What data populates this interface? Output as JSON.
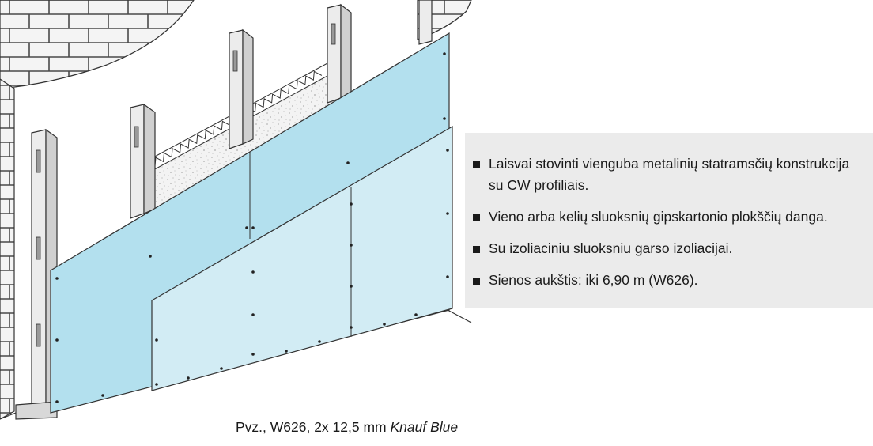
{
  "bullets": [
    "Laisvai stovinti vienguba metalinių statramsčių konstrukcija su CW  profiliais.",
    "Vieno arba kelių sluoksnių gipskartonio plokščių danga.",
    "Su izoliaciniu sluoksniu garso izoliacijai.",
    "Sienos aukštis: iki 6,90 m (W626)."
  ],
  "caption": {
    "prefix": "Pvz., W626, 2x 12,5 mm ",
    "product": "Knauf Blue"
  },
  "colors": {
    "panel_back": "#b3e0ee",
    "panel_front": "#d2ecf4",
    "insulation": "#f2f2f2",
    "box_background": "#ebebeb",
    "text": "#1a1a1a"
  }
}
